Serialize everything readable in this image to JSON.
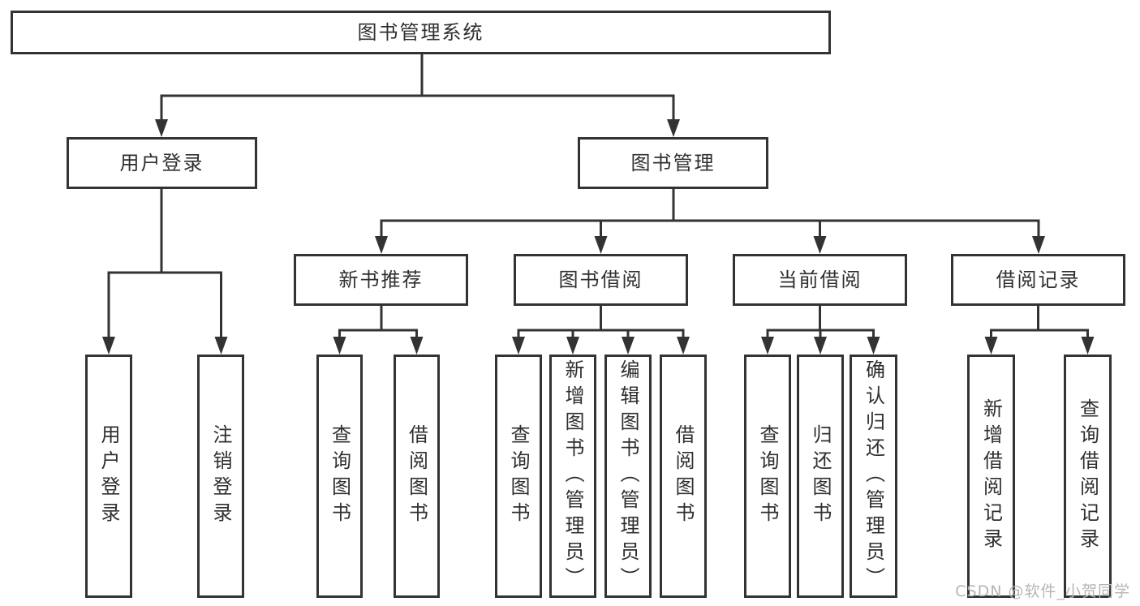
{
  "colors": {
    "line": "#333333",
    "box_border": "#333333",
    "box_fill": "#ffffff",
    "text": "#2f2f2f",
    "watermark": "#b5b5b5"
  },
  "tree": {
    "root": {
      "label": "图书管理系统",
      "children": [
        {
          "label": "用户登录",
          "children": [
            {
              "label": "用户登录"
            },
            {
              "label": "注销登录"
            }
          ]
        },
        {
          "label": "图书管理",
          "children": [
            {
              "label": "新书推荐",
              "children": [
                {
                  "label": "查询图书"
                },
                {
                  "label": "借阅图书"
                }
              ]
            },
            {
              "label": "图书借阅",
              "children": [
                {
                  "label": "查询图书"
                },
                {
                  "label": "新增图书（管理员）"
                },
                {
                  "label": "编辑图书（管理员）"
                },
                {
                  "label": "借阅图书"
                }
              ]
            },
            {
              "label": "当前借阅",
              "children": [
                {
                  "label": "查询图书"
                },
                {
                  "label": "归还图书"
                },
                {
                  "label": "确认归还（管理员）"
                }
              ]
            },
            {
              "label": "借阅记录",
              "children": [
                {
                  "label": "新增借阅记录"
                },
                {
                  "label": "查询借阅记录"
                }
              ]
            }
          ]
        }
      ]
    }
  },
  "watermark": {
    "text": "CSDN @软件_小贺同学"
  }
}
